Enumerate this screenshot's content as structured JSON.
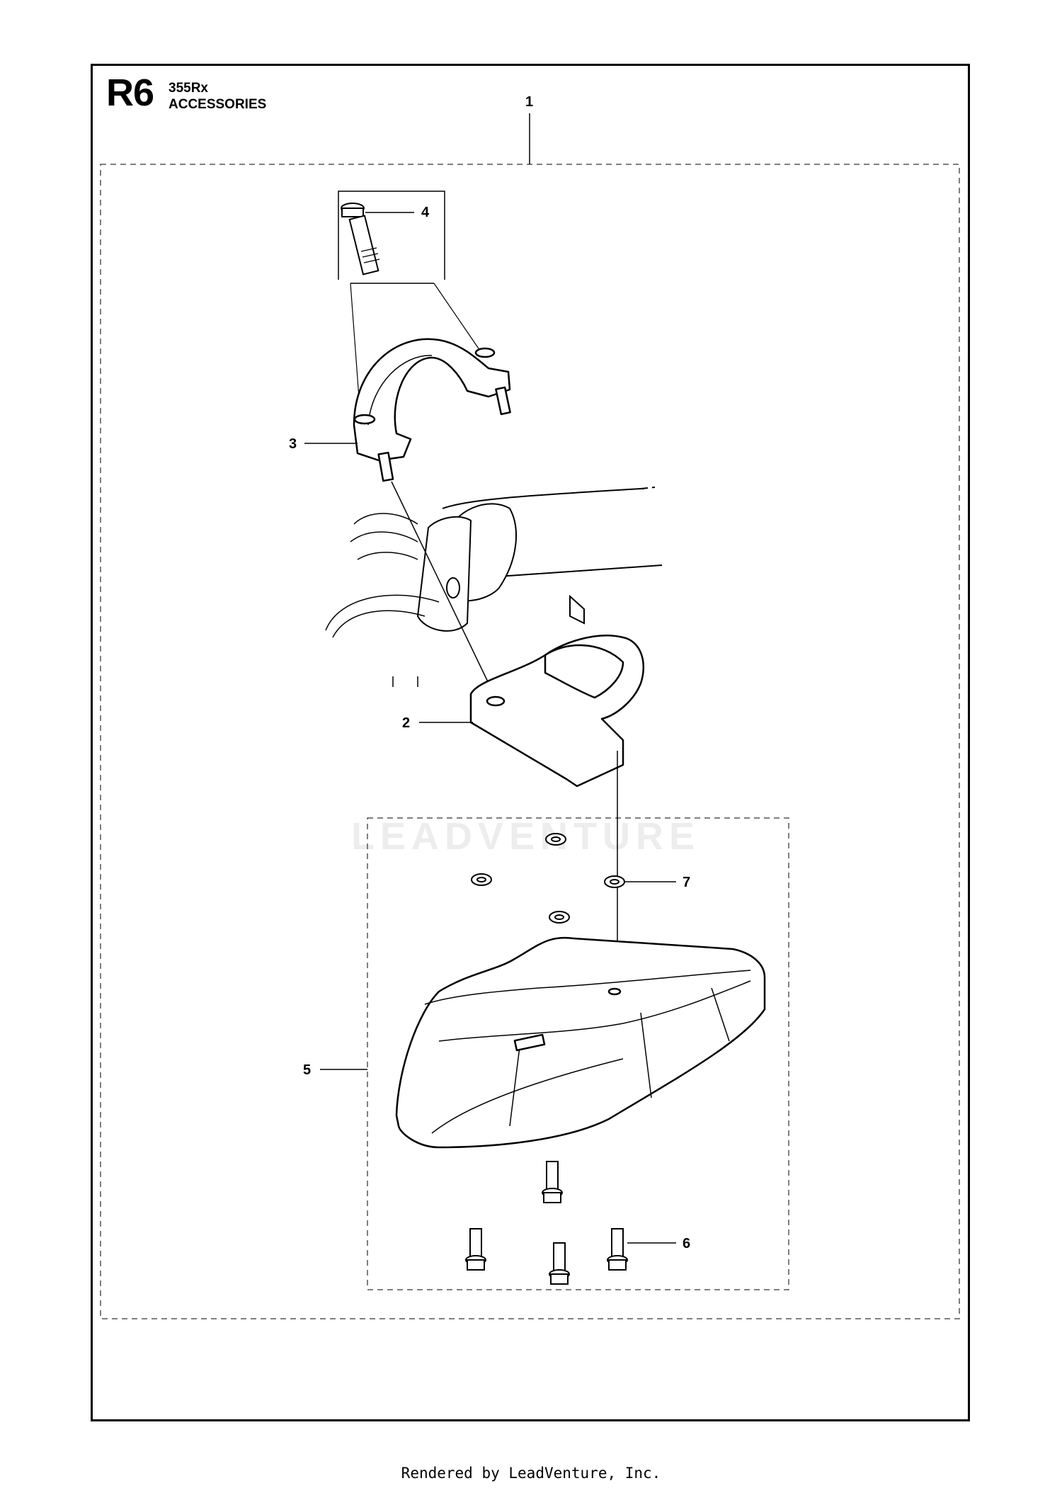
{
  "header": {
    "code": "R6",
    "model": "355Rx",
    "section": "ACCESSORIES"
  },
  "callouts": {
    "c1": "1",
    "c2": "2",
    "c3": "3",
    "c4": "4",
    "c5": "5",
    "c6": "6",
    "c7": "7"
  },
  "watermark": "LEADVENTURE",
  "footer": "Rendered by LeadVenture, Inc."
}
